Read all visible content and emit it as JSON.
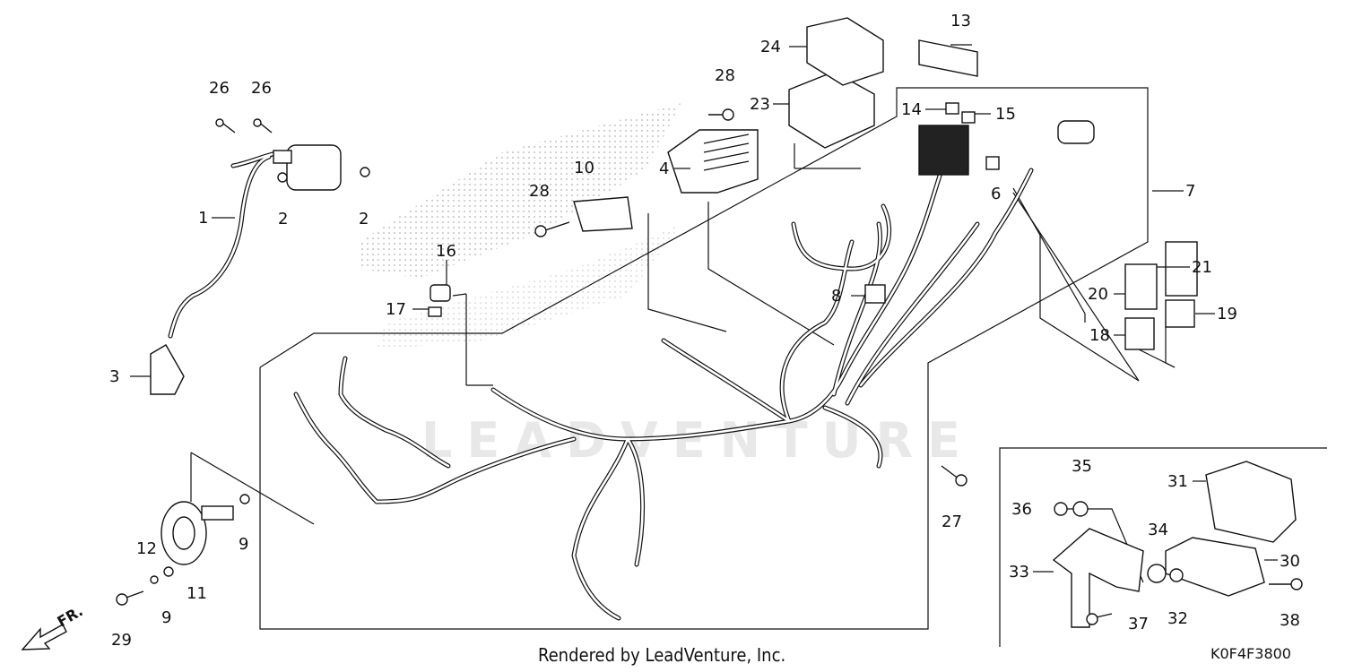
{
  "diagram": {
    "callouts": [
      "1",
      "2",
      "2",
      "3",
      "4",
      "6",
      "7",
      "8",
      "9",
      "9",
      "10",
      "11",
      "12",
      "13",
      "14",
      "15",
      "16",
      "17",
      "18",
      "19",
      "20",
      "21",
      "23",
      "24",
      "26",
      "26",
      "27",
      "28",
      "28",
      "29",
      "30",
      "31",
      "32",
      "33",
      "34",
      "35",
      "36",
      "37",
      "38"
    ],
    "footer_text": "Rendered by LeadVenture, Inc.",
    "diagram_code": "K0F4F3800",
    "front_arrow_label": "FR.",
    "watermark_text": "LEADVENTURE"
  }
}
